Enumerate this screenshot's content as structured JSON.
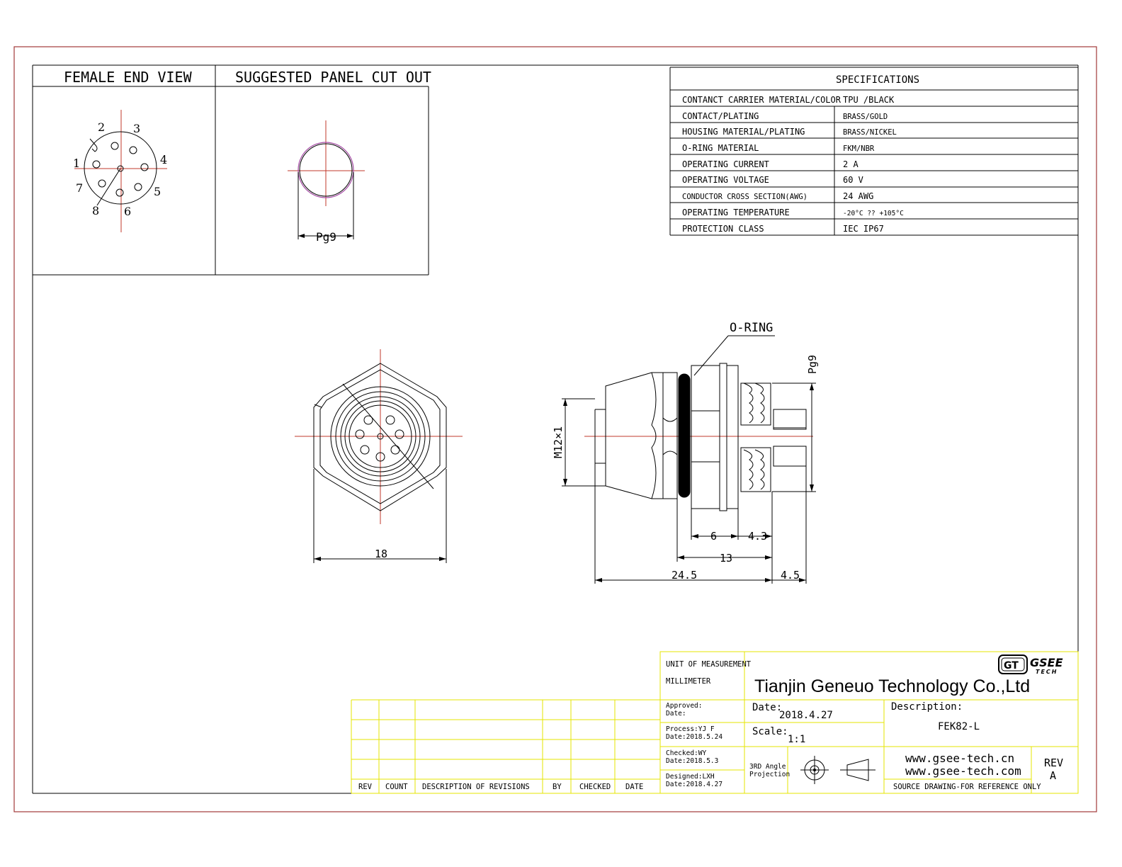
{
  "views": {
    "female_end_view": "FEMALE END VIEW",
    "panel_cut_out": "SUGGESTED PANEL CUT OUT"
  },
  "pin_numbers": [
    "1",
    "2",
    "3",
    "4",
    "5",
    "6",
    "7",
    "8"
  ],
  "cutout_dim": "Pg9",
  "specifications": {
    "title": "SPECIFICATIONS",
    "rows": [
      {
        "label": "CONTANCT CARRIER MATERIAL/COLOR",
        "value": "TPU /BLACK"
      },
      {
        "label": "CONTACT/PLATING",
        "value": "BRASS/GOLD"
      },
      {
        "label": "HOUSING MATERIAL/PLATING",
        "value": "BRASS/NICKEL"
      },
      {
        "label": "O-RING MATERIAL",
        "value": "FKM/NBR"
      },
      {
        "label": "OPERATING CURRENT",
        "value": "2 A"
      },
      {
        "label": "OPERATING VOLTAGE",
        "value": "60 V"
      },
      {
        "label": "CONDUCTOR CROSS SECTION(AWG)",
        "value": "24 AWG"
      },
      {
        "label": "OPERATING TEMPERATURE",
        "value": "-20°C ?? +105°C"
      },
      {
        "label": "PROTECTION CLASS",
        "value": "IEC IP67"
      }
    ]
  },
  "main_view": {
    "width_dim": "18",
    "thread_dim": "M12×1",
    "oring_label": "O-RING",
    "pg_dim": "Pg9",
    "dim_6": "6",
    "dim_4_3": "4.3",
    "dim_13": "13",
    "dim_24_5": "24.5",
    "dim_4_5": "4.5"
  },
  "revision_table": {
    "headers": [
      "REV",
      "COUNT",
      "DESCRIPTION OF REVISIONS",
      "BY",
      "CHECKED",
      "DATE"
    ]
  },
  "title_block": {
    "unit_label": "UNIT OF MEASUREMENT",
    "unit_value": "MILLIMETER",
    "company": "Tianjin Geneuo Technology Co.,Ltd",
    "logo_gt": "GT",
    "logo_name": "GSEE",
    "logo_sub": "TECH",
    "approved": "Approved:",
    "approved_date": "Date:",
    "process": "Process:YJ F",
    "process_date": "Date:2018.5.24",
    "checked": "Checked:WY",
    "checked_date": "Date:2018.5.3",
    "designed": "Designed:LXH",
    "designed_date": "Date:2018.4.27",
    "date_label": "Date:",
    "date_value": "2018.4.27",
    "scale_label": "Scale:",
    "scale_value": "1:1",
    "description_label": "Description:",
    "description_value": "FEK82-L",
    "projection_1": "3RD Angle",
    "projection_2": "Projection",
    "web_1": "www.gsee-tech.cn",
    "web_2": "www.gsee-tech.com",
    "source_note": "SOURCE DRAWING-FOR REFERENCE ONLY",
    "rev_label": "REV",
    "rev_value": "A"
  },
  "colors": {
    "outer_border": "#a23a3a",
    "line": "#000000",
    "center_line": "#c0392b",
    "title_block": "#e6e600",
    "oring_cut": "#a64ca6"
  }
}
